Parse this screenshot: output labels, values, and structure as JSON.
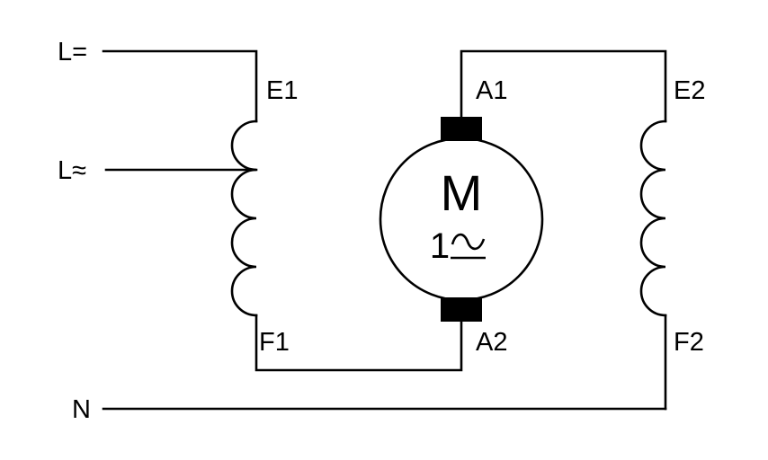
{
  "diagram": {
    "kind": "circuit-wiring-diagram",
    "background_color": "#ffffff",
    "line_color": "#000000",
    "labels": {
      "line_dc": "L=",
      "line_ac": "L≈",
      "neutral": "N",
      "field_left_top": "E1",
      "field_left_bottom": "F1",
      "armature_top": "A1",
      "armature_bottom": "A2",
      "field_right_top": "E2",
      "field_right_bottom": "F2"
    },
    "motor": {
      "letter": "M",
      "phase_number": "1",
      "symbol_icon": "sine-wave-underline-icon"
    }
  }
}
